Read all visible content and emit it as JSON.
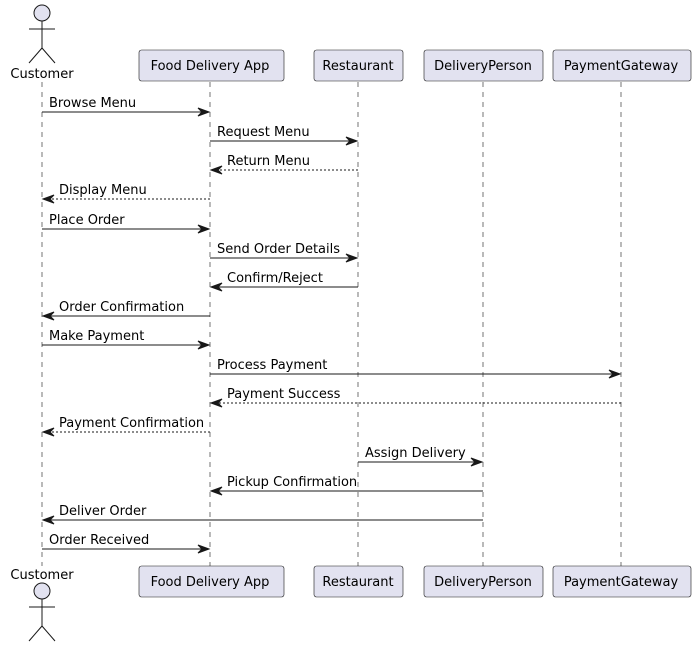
{
  "participants": [
    {
      "id": "customer",
      "label": "Customer",
      "kind": "actor"
    },
    {
      "id": "app",
      "label": "Food Delivery App",
      "kind": "box"
    },
    {
      "id": "restaurant",
      "label": "Restaurant",
      "kind": "box"
    },
    {
      "id": "delivery",
      "label": "DeliveryPerson",
      "kind": "box"
    },
    {
      "id": "payment",
      "label": "PaymentGateway",
      "kind": "box"
    }
  ],
  "messages": [
    {
      "from": "customer",
      "to": "app",
      "label": "Browse Menu",
      "style": "solid"
    },
    {
      "from": "app",
      "to": "restaurant",
      "label": "Request Menu",
      "style": "solid"
    },
    {
      "from": "restaurant",
      "to": "app",
      "label": "Return Menu",
      "style": "dashed"
    },
    {
      "from": "app",
      "to": "customer",
      "label": "Display Menu",
      "style": "dashed"
    },
    {
      "from": "customer",
      "to": "app",
      "label": "Place Order",
      "style": "solid"
    },
    {
      "from": "app",
      "to": "restaurant",
      "label": "Send Order Details",
      "style": "solid"
    },
    {
      "from": "restaurant",
      "to": "app",
      "label": "Confirm/Reject",
      "style": "solid"
    },
    {
      "from": "app",
      "to": "customer",
      "label": "Order Confirmation",
      "style": "solid"
    },
    {
      "from": "customer",
      "to": "app",
      "label": "Make Payment",
      "style": "solid"
    },
    {
      "from": "app",
      "to": "payment",
      "label": "Process Payment",
      "style": "solid"
    },
    {
      "from": "payment",
      "to": "app",
      "label": "Payment Success",
      "style": "dashed"
    },
    {
      "from": "app",
      "to": "customer",
      "label": "Payment Confirmation",
      "style": "dashed"
    },
    {
      "from": "restaurant",
      "to": "delivery",
      "label": "Assign Delivery",
      "style": "solid"
    },
    {
      "from": "delivery",
      "to": "app",
      "label": "Pickup Confirmation",
      "style": "solid"
    },
    {
      "from": "delivery",
      "to": "customer",
      "label": "Deliver Order",
      "style": "solid"
    },
    {
      "from": "customer",
      "to": "app",
      "label": "Order Received",
      "style": "solid"
    }
  ],
  "colors": {
    "participant_fill": "#E2E2F0",
    "participant_stroke": "#181818",
    "lifeline": "#181818",
    "arrow": "#181818"
  }
}
